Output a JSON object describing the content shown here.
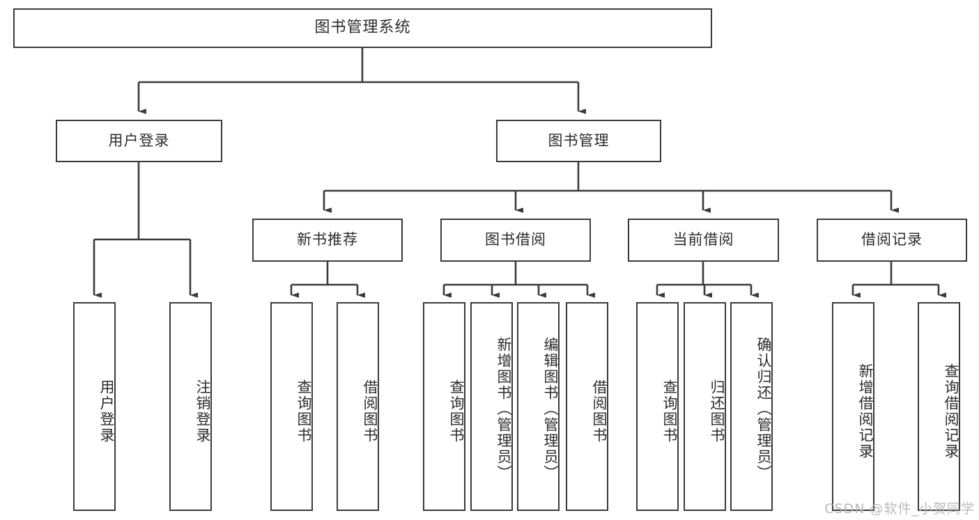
{
  "diagram": {
    "type": "tree",
    "title": "图书管理系统",
    "watermark": "CSDN @软件_小贺同学",
    "colors": {
      "border": "#3a3a3a",
      "fill": "#ffffff",
      "text": "#2b2b2b",
      "watermark": "#b9b9b9"
    },
    "root": {
      "label": "图书管理系统"
    },
    "level2": [
      {
        "label": "用户登录"
      },
      {
        "label": "图书管理"
      }
    ],
    "level3": [
      {
        "label": "新书推荐"
      },
      {
        "label": "图书借阅"
      },
      {
        "label": "当前借阅"
      },
      {
        "label": "借阅记录"
      }
    ],
    "leaves": {
      "user_login": [
        {
          "label": "用户登录"
        },
        {
          "label": "注销登录"
        }
      ],
      "new_book": [
        {
          "label": "查询图书"
        },
        {
          "label": "借阅图书"
        }
      ],
      "book_borrow": [
        {
          "label": "查询图书"
        },
        {
          "label": "新增图书（管理员）"
        },
        {
          "label": "编辑图书（管理员）"
        },
        {
          "label": "借阅图书"
        }
      ],
      "current_borrow": [
        {
          "label": "查询图书"
        },
        {
          "label": "归还图书"
        },
        {
          "label": "确认归还（管理员）"
        }
      ],
      "borrow_record": [
        {
          "label": "新增借阅记录"
        },
        {
          "label": "查询借阅记录"
        }
      ]
    }
  }
}
